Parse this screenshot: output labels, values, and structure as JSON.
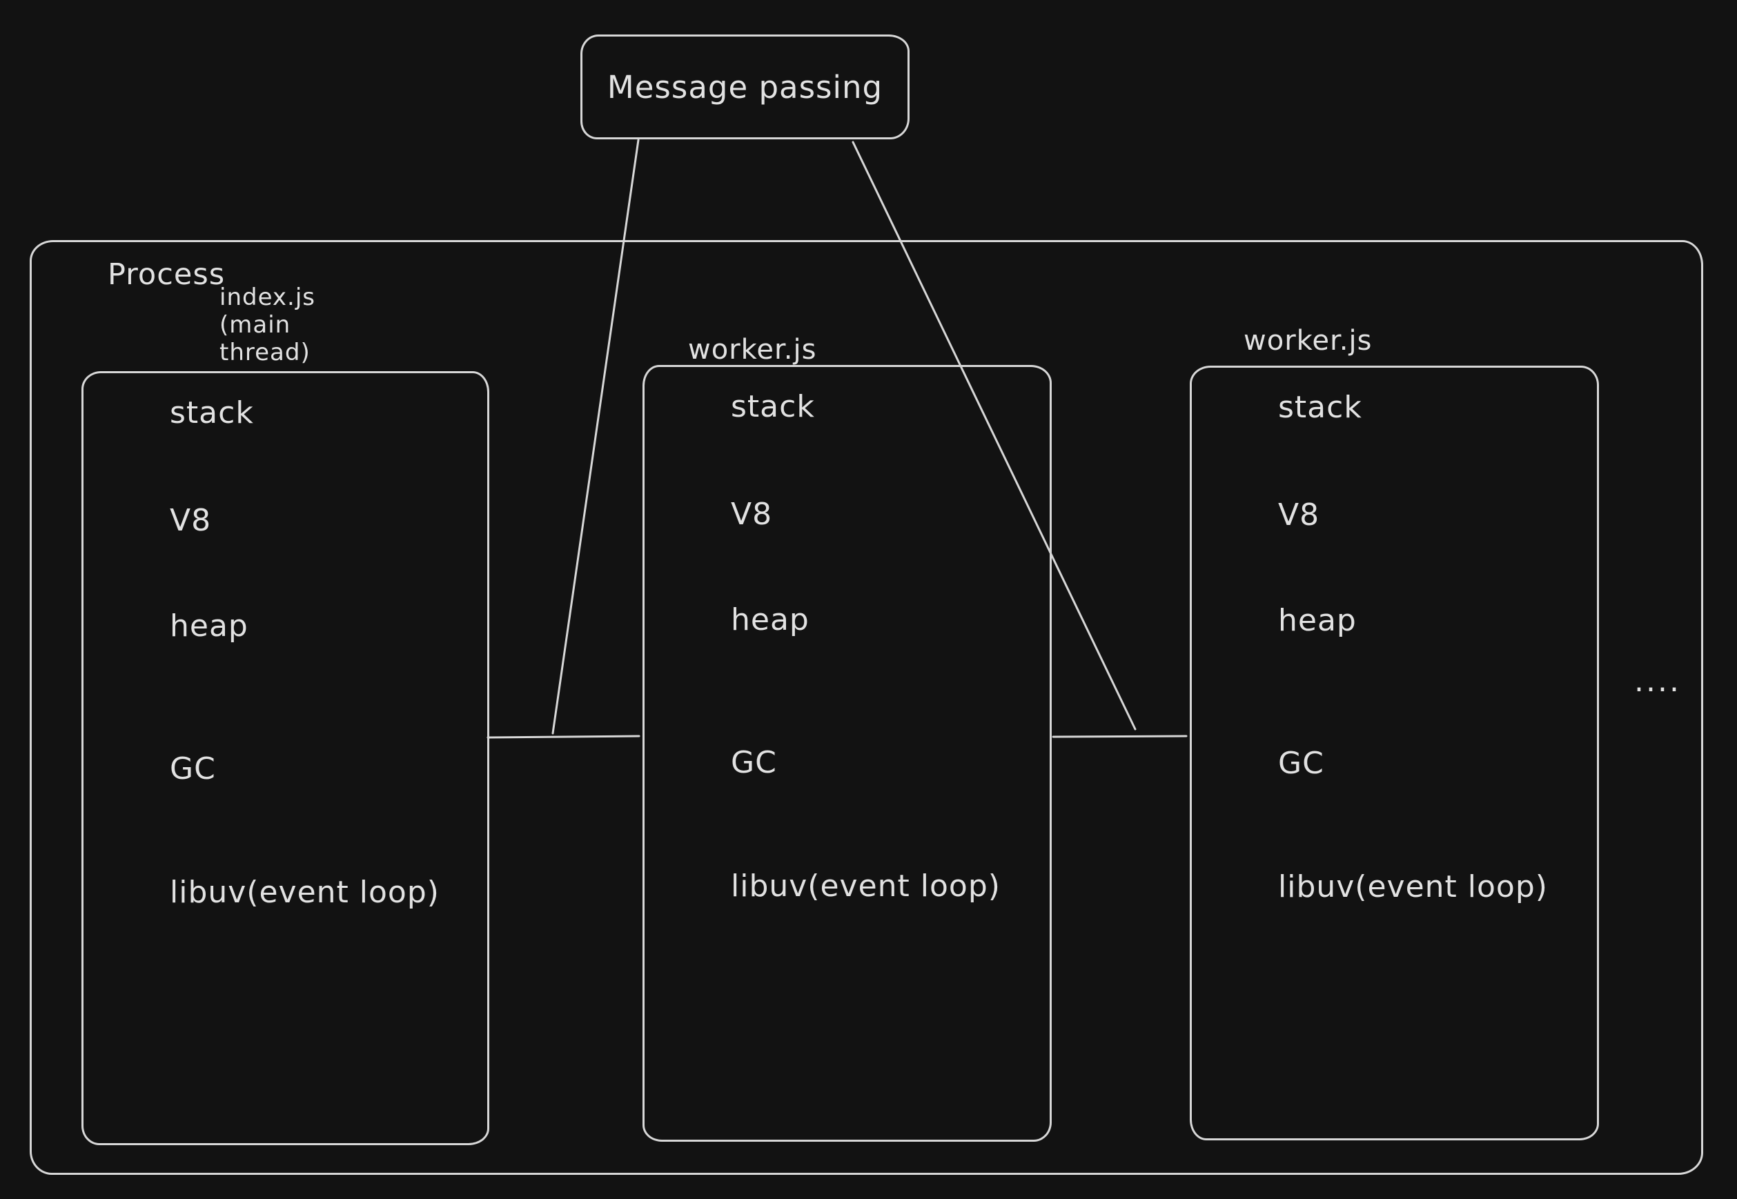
{
  "canvas": {
    "background": "#121212",
    "stroke_color": "#d7d7d7",
    "text_color": "#e2e2e2"
  },
  "message_box": {
    "label": "Message passing"
  },
  "process": {
    "label": "Process"
  },
  "threads": [
    {
      "title_lines": [
        "index.js",
        "(main",
        "thread)"
      ],
      "items": [
        "stack",
        "V8",
        "heap",
        "GC",
        "libuv(event loop)"
      ]
    },
    {
      "title_lines": [
        "worker.js"
      ],
      "items": [
        "stack",
        "V8",
        "heap",
        "GC",
        "libuv(event loop)"
      ]
    },
    {
      "title_lines": [
        "worker.js"
      ],
      "items": [
        "stack",
        "V8",
        "heap",
        "GC",
        "libuv(event loop)"
      ]
    }
  ],
  "ellipsis": "...."
}
